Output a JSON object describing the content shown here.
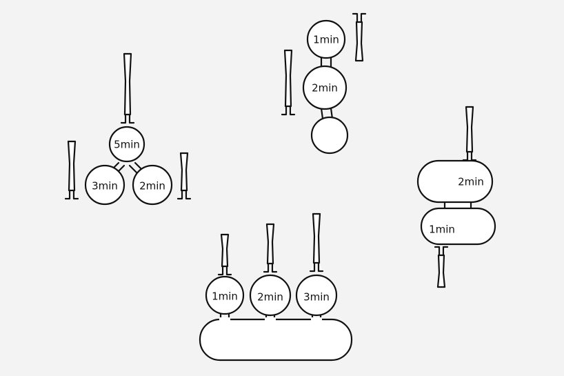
{
  "groups": {
    "tree": {
      "top": "5min",
      "left": "3min",
      "right": "2min"
    },
    "stack": {
      "top": "1min",
      "middle": "2min"
    },
    "side": {
      "upper": "2min",
      "lower": "1min"
    },
    "bar": {
      "first": "1min",
      "second": "2min",
      "third": "3min"
    }
  }
}
